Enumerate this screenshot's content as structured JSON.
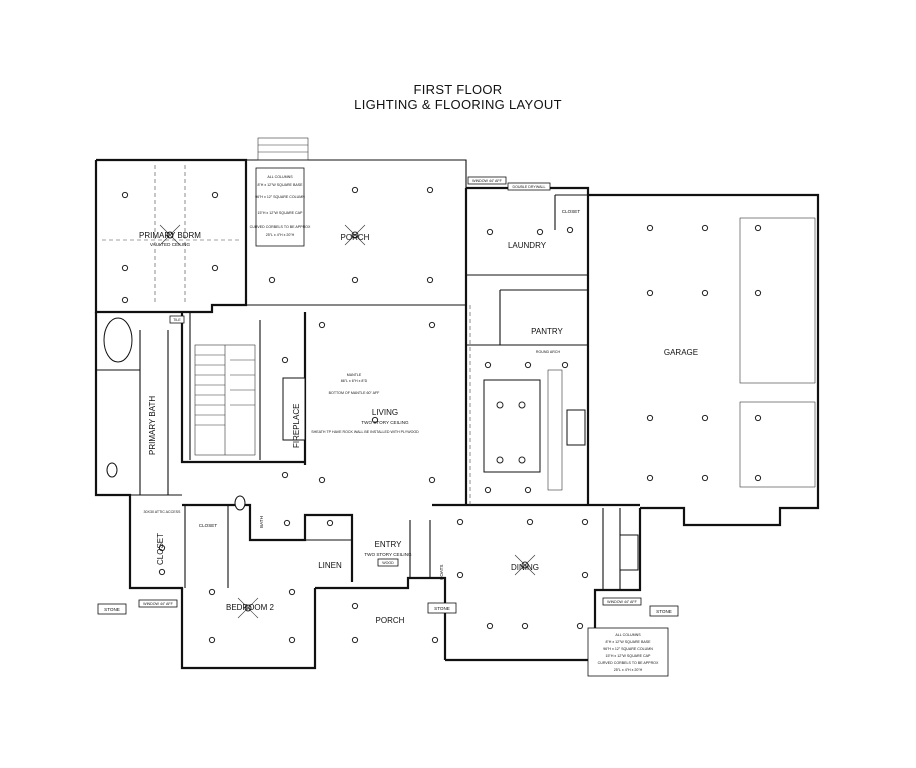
{
  "title": {
    "line1": "FIRST FLOOR",
    "line2": "LIGHTING & FLOORING LAYOUT"
  },
  "rooms": {
    "primary_bedroom": "PRIMARY BDRM",
    "primary_bedroom_sub": "VAULTED CEILING",
    "porch_rear": "PORCH",
    "laundry": "LAUNDRY",
    "closet_laundry": "CLOSET",
    "pantry": "PANTRY",
    "garage": "GARAGE",
    "living": "LIVING",
    "living_sub": "TWO STORY CEILING",
    "fireplace": "FIREPLACE",
    "primary_bath": "PRIMARY BATH",
    "closet_primary": "CLOSET",
    "closet_small": "CLOSET",
    "bath": "BATH",
    "linen": "LINEN",
    "entry": "ENTRY",
    "entry_sub": "TWO STORY CEILING",
    "coats": "COATS",
    "dining": "DINING",
    "bedroom2": "BEDROOM 2",
    "porch_front": "PORCH",
    "attic": "30X30 ATTIC ACCESS"
  },
  "tags": {
    "stone_1": "STONE",
    "stone_2": "STONE",
    "stone_3": "STONE",
    "double_drywall": "DOUBLE DRYWALL",
    "window_aff_1": "WINDOW 44\" AFF",
    "window_aff_2": "WINDOW 44\" AFF",
    "window_aff_3": "WINDOW 44\" AFF",
    "tile": "TILE",
    "round_arch": "ROUND ARCH",
    "wood": "WOOD",
    "mantle": "MANTLE",
    "mantle_note": "BOTTOM OF MANTLE 60\" AFF",
    "sheath_note": "SHEATH TP HAVE ROCK WALL BE INSTALLED WITH PLYWOOD",
    "mantle_line": "86\"L x 6\"H x 8\"D"
  },
  "notes": {
    "columns_rear": [
      "ALL COLUMNS",
      "8\"H x 12\"W SQUARE BASE",
      "96\"H x 12\" SQUARE COLUMN",
      "15\"H x 12\"W SQUARE CAP",
      "CURVED CORBELS TO BE APPROX",
      "25\"L x 4\"H x 20\"H"
    ],
    "columns_front": [
      "ALL COLUMNS",
      "8\"H x 12\"W SQUARE BASE",
      "96\"H x 12\" SQUARE COLUMN",
      "15\"H x 12\"W SQUARE CAP",
      "CURVED CORBELS TO BE APPROX",
      "25\"L x 4\"H x 20\"H"
    ]
  }
}
